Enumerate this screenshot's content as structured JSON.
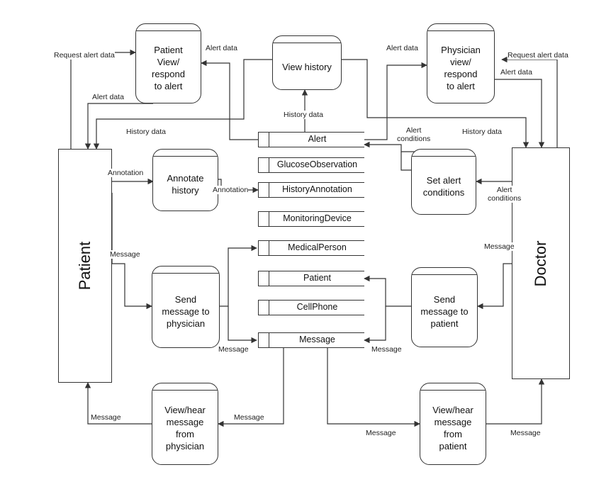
{
  "entities": {
    "patient": "Patient",
    "doctor": "Doctor"
  },
  "processes": {
    "patient_view_alert": "Patient\nView/\nrespond\nto alert",
    "view_history": "View history",
    "physician_view_alert": "Physician\nview/\nrespond\nto alert",
    "annotate_history": "Annotate\nhistory",
    "set_alert_conditions": "Set alert\nconditions",
    "send_msg_physician": "Send\nmessage to\nphysician",
    "send_msg_patient": "Send\nmessage to\npatient",
    "view_msg_physician": "View/hear\nmessage\nfrom\nphysician",
    "view_msg_patient": "View/hear\nmessage\nfrom\npatient"
  },
  "stores": {
    "alert": "Alert",
    "glucose": "GlucoseObservation",
    "history_annotation": "HistoryAnnotation",
    "monitoring_device": "MonitoringDevice",
    "medical_person": "MedicalPerson",
    "patient": "Patient",
    "cellphone": "CellPhone",
    "message": "Message"
  },
  "flows": {
    "request_alert_left": "Request alert data",
    "alert_data_1": "Alert data",
    "alert_data_2": "Alert data",
    "alert_data_3": "Alert data",
    "request_alert_right": "Request alert data",
    "alert_data_4": "Alert data",
    "history_data_1": "History data",
    "history_data_2": "History data",
    "history_data_3": "History data",
    "alert_conditions_1": "Alert\nconditions",
    "alert_conditions_2": "Alert\nconditions",
    "annotation_1": "Annotation",
    "annotation_2": "Annotation",
    "message_1": "Message",
    "message_2": "Message",
    "message_3": "Message",
    "message_4": "Message",
    "message_5": "Message",
    "message_6": "Message",
    "message_7": "Message",
    "message_8": "Message"
  }
}
